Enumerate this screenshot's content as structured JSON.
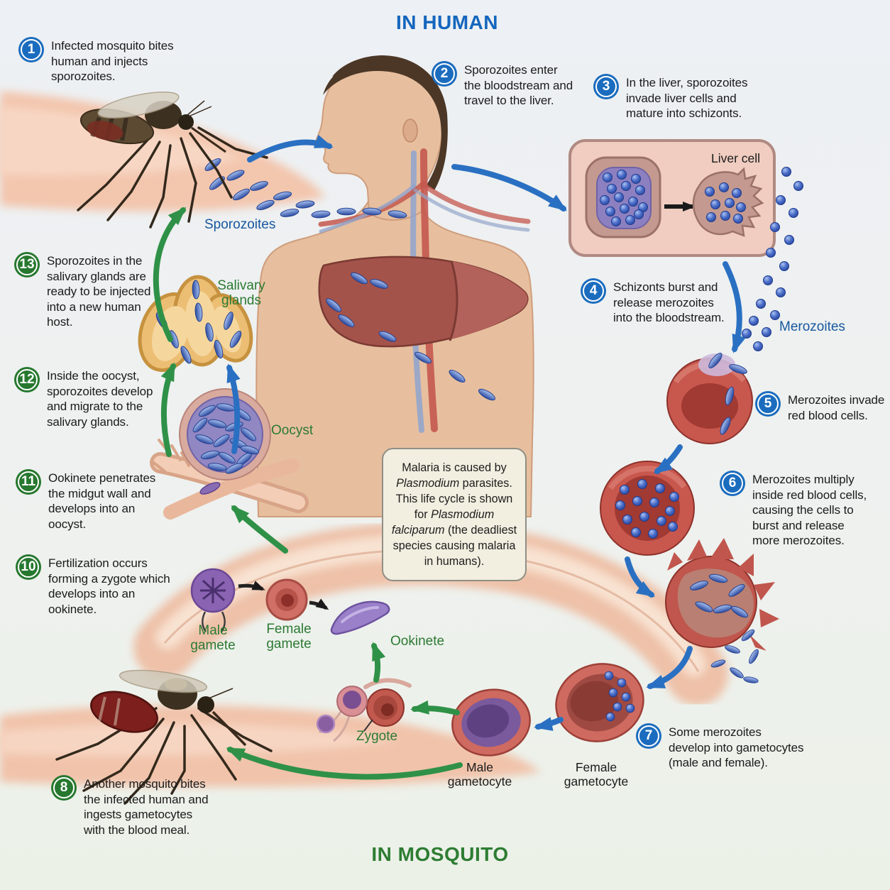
{
  "titles": {
    "in_human": "IN HUMAN",
    "in_mosquito": "IN MOSQUITO"
  },
  "info_box": {
    "segments": [
      {
        "text": "Malaria is caused by ",
        "italic": false
      },
      {
        "text": "Plasmodium",
        "italic": true
      },
      {
        "text": " parasites. This life cycle is shown for ",
        "italic": false
      },
      {
        "text": "Plasmodium falciparum",
        "italic": true
      },
      {
        "text": " (the deadliest species causing malaria in humans).",
        "italic": false
      }
    ]
  },
  "steps": [
    {
      "num": "1",
      "color": "blue",
      "text": "Infected mosquito bites human and injects sporozoites."
    },
    {
      "num": "2",
      "color": "blue",
      "text": "Sporozoites enter the bloodstream and travel to the liver."
    },
    {
      "num": "3",
      "color": "blue",
      "text": "In the liver, sporozoites invade liver cells and mature into schizonts."
    },
    {
      "num": "4",
      "color": "blue",
      "text": "Schizonts burst and release merozoites into the bloodstream."
    },
    {
      "num": "5",
      "color": "blue",
      "text": "Merozoites invade red blood cells."
    },
    {
      "num": "6",
      "color": "blue",
      "text": "Merozoites multiply inside red blood cells, causing the cells to burst and release more merozoites."
    },
    {
      "num": "7",
      "color": "blue",
      "text": "Some merozoites develop into gametocytes (male and female)."
    },
    {
      "num": "8",
      "color": "green",
      "text": "Another mosquito bites the infected human and ingests gametocytes with the blood meal."
    },
    {
      "num": "10",
      "color": "green",
      "text": "Fertilization occurs forming a zygote which develops into an ookinete."
    },
    {
      "num": "11",
      "color": "green",
      "text": "Ookinete penetrates the midgut wall and develops into an oocyst."
    },
    {
      "num": "12",
      "color": "green",
      "text": "Inside the oocyst, sporozoites develop and migrate to the salivary glands."
    },
    {
      "num": "13",
      "color": "green",
      "text": "Sporozoites in the salivary glands are ready to be injected into a new human host."
    }
  ],
  "labels": {
    "sporozoites": "Sporozoites",
    "salivary_glands": "Salivary glands",
    "oocyst": "Oocyst",
    "liver_cell": "Liver cell",
    "merozoites": "Merozoites",
    "male_gamete": "Male gamete",
    "female_gamete": "Female gamete",
    "ookinete": "Ookinete",
    "zygote": "Zygote",
    "male_gametocyte": "Male gametocyte",
    "female_gametocyte": "Female gametocyte"
  },
  "colors": {
    "step_blue": "#1b6cbe",
    "step_green": "#27782f",
    "title_blue": "#1466bd",
    "title_green": "#2e7d33",
    "label_blue": "#17579e",
    "label_green": "#2c7a33",
    "arrow_blue": "#2a70c2",
    "arrow_green": "#2f9147",
    "parasite_blue": "#3b5fc0",
    "rbc_red": "#c8574e"
  }
}
